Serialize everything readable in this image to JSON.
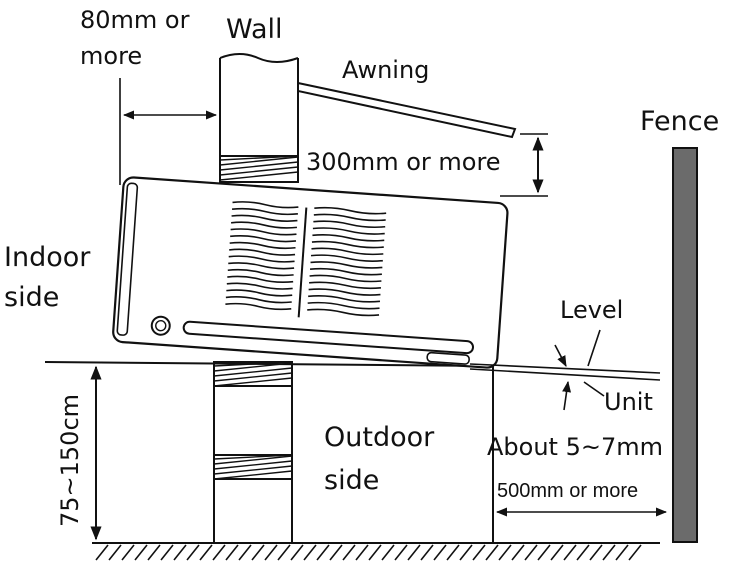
{
  "labels": {
    "wall_clearance": [
      "80mm or",
      "more"
    ],
    "wall": "Wall",
    "awning": "Awning",
    "awning_clearance": "300mm or more",
    "fence": "Fence",
    "indoor_side": [
      "Indoor",
      "side"
    ],
    "level": "Level",
    "unit": "Unit",
    "outdoor_side": [
      "Outdoor",
      "side"
    ],
    "tilt": "About 5~7mm",
    "fence_clearance": "500mm or more",
    "mount_height": "75~150cm"
  },
  "colors": {
    "stroke": "#111111",
    "fence_fill": "#6b6b6b",
    "background": "#ffffff"
  }
}
